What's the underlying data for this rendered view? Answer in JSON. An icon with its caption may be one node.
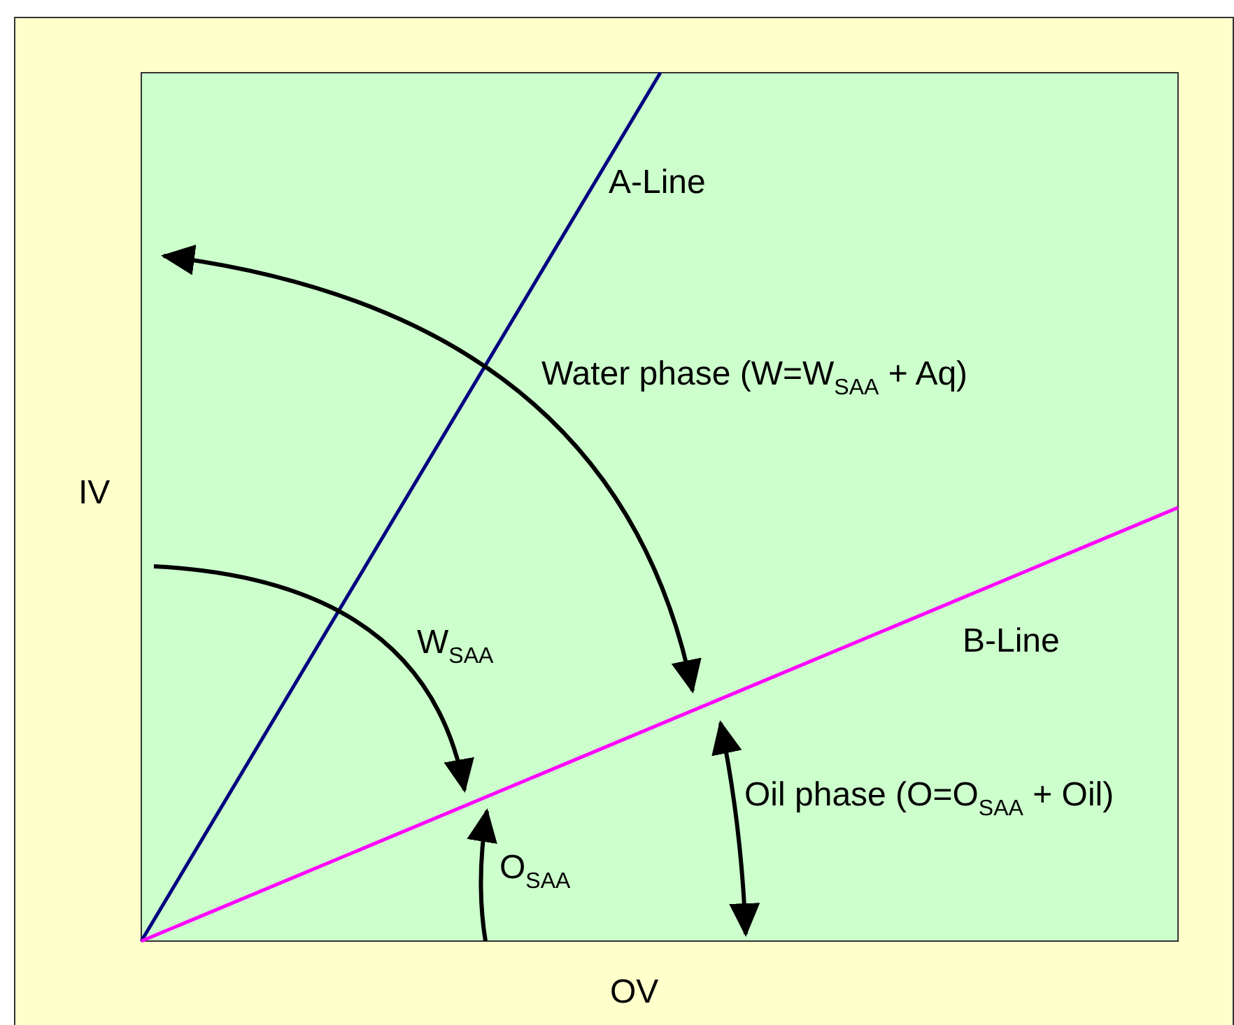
{
  "diagram": {
    "labels": [
      "A-Line",
      "Water phase (W=W$_{SAA}$ + Aq)",
      "IV",
      "W$_{SAA}$",
      "B-Line",
      "Oil phase (O=O$_{SAA}$ + Oil)",
      "O$_{SAA}$",
      "OV"
    ]
  }
}
